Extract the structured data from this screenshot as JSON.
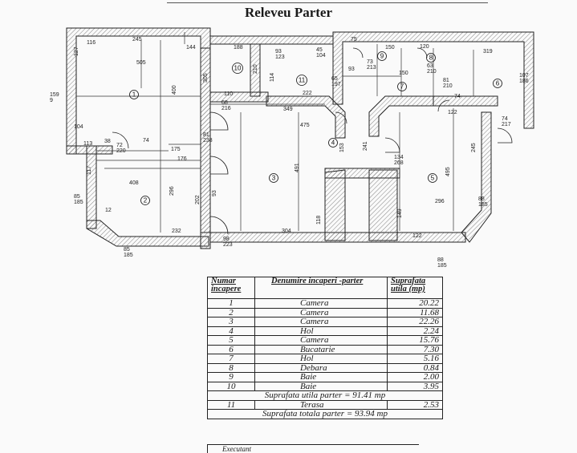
{
  "title": "Releveu Parter",
  "plan": {
    "rooms": [
      "1",
      "2",
      "3",
      "4",
      "5",
      "6",
      "7",
      "8",
      "9",
      "10",
      "11"
    ],
    "dimensions": [
      {
        "t": "116"
      },
      {
        "t": "245"
      },
      {
        "t": "144"
      },
      {
        "t": "188"
      },
      {
        "t": "93\n123"
      },
      {
        "t": "45\n104"
      },
      {
        "t": "75"
      },
      {
        "t": "150"
      },
      {
        "t": "120"
      },
      {
        "t": "319"
      },
      {
        "t": "505"
      },
      {
        "t": "127"
      },
      {
        "t": "159\n9"
      },
      {
        "t": "400"
      },
      {
        "t": "305"
      },
      {
        "t": "210"
      },
      {
        "t": "114"
      },
      {
        "t": "222"
      },
      {
        "t": "65\n197"
      },
      {
        "t": "73\n213"
      },
      {
        "t": "93"
      },
      {
        "t": "150"
      },
      {
        "t": "63\n210"
      },
      {
        "t": "107\n186"
      },
      {
        "t": "68\n216"
      },
      {
        "t": "110"
      },
      {
        "t": "349"
      },
      {
        "t": "475"
      },
      {
        "t": "81\n210"
      },
      {
        "t": "74"
      },
      {
        "t": "122"
      },
      {
        "t": "74\n217"
      },
      {
        "t": "104"
      },
      {
        "t": "113"
      },
      {
        "t": "38"
      },
      {
        "t": "72\n220"
      },
      {
        "t": "74"
      },
      {
        "t": "175"
      },
      {
        "t": "176"
      },
      {
        "t": "81\n238"
      },
      {
        "t": "153"
      },
      {
        "t": "241"
      },
      {
        "t": "134\n268"
      },
      {
        "t": "491"
      },
      {
        "t": "495"
      },
      {
        "t": "245"
      },
      {
        "t": "408"
      },
      {
        "t": "296"
      },
      {
        "t": "296"
      },
      {
        "t": "202"
      },
      {
        "t": "93"
      },
      {
        "t": "85\n185"
      },
      {
        "t": "12"
      },
      {
        "t": "117"
      },
      {
        "t": "232"
      },
      {
        "t": "304"
      },
      {
        "t": "122"
      },
      {
        "t": "149"
      },
      {
        "t": "118"
      },
      {
        "t": "98\n223"
      },
      {
        "t": "85\n185"
      },
      {
        "t": "88\n185"
      },
      {
        "t": "88\n185"
      }
    ]
  },
  "table": {
    "headers": [
      "Numar incapere",
      "Denumire incaperi -parter",
      "Suprafata utila (mp)"
    ],
    "rows": [
      {
        "num": "1",
        "name": "Camera",
        "area": "20.22"
      },
      {
        "num": "2",
        "name": "Camera",
        "area": "11.68"
      },
      {
        "num": "3",
        "name": "Camera",
        "area": "22.26"
      },
      {
        "num": "4",
        "name": "Hol",
        "area": "2.24"
      },
      {
        "num": "5",
        "name": "Camera",
        "area": "15.76"
      },
      {
        "num": "6",
        "name": "Bucatarie",
        "area": "7.30"
      },
      {
        "num": "7",
        "name": "Hol",
        "area": "5.16"
      },
      {
        "num": "8",
        "name": "Debara",
        "area": "0.84"
      },
      {
        "num": "9",
        "name": "Baie",
        "area": "2.00"
      },
      {
        "num": "10",
        "name": "Baie",
        "area": "3.95"
      }
    ],
    "subtotal": "Suprafata utila parter = 91.41 mp",
    "extra_row": {
      "num": "11",
      "name": "Terasa",
      "area": "2.53"
    },
    "total": "Suprafata totala parter = 93.94 mp",
    "footer": "Executant"
  }
}
